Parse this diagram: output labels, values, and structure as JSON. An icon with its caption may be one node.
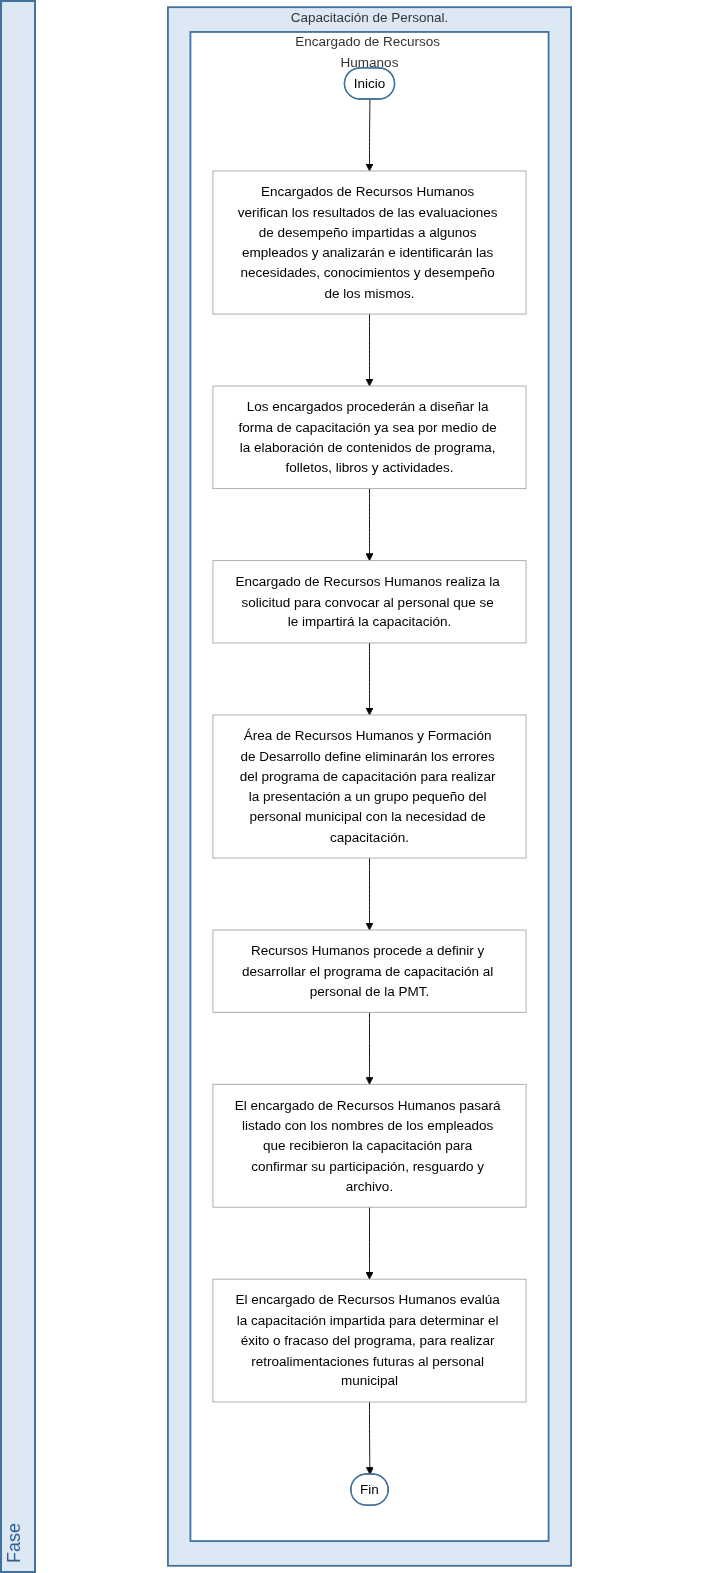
{
  "diagram": {
    "nodes": [
      {
        "text": [
          "Capacitación de Personal."
        ]
      },
      {
        "text": [
          "Encargado de Recursos Humanos"
        ],
        "in": 0
      },
      {
        "text": [
          "Inicio"
        ],
        "in": 1
      },
      {
        "text": [
          "Encargados de Recursos Humanos verifican los resultados de las evaluaciones de desempeño impartidas a algunos empleados y analizarán e identificarán las necesidades, conocimientos y desempeño de los mismos."
        ],
        "in": 1
      },
      {
        "text": [
          "Los encargados procederán a diseñar la forma de capacitación ya sea por medio de la elaboración de contenidos de programa, folletos, libros y actividades."
        ],
        "in": 1
      },
      {
        "text": [
          "Encargado de Recursos Humanos realiza la solicitud para convocar al personal que se le impartirá la capacitación."
        ],
        "in": 1
      },
      {
        "text": [
          "Área de Recursos Humanos y Formación de Desarrollo define eliminarán los errores del programa de capacitación para realizar la presentación a un grupo pequeño del personal municipal con la necesidad de capacitación."
        ],
        "in": 1
      },
      {
        "text": [
          "Recursos Humanos procede a definir y desarrollar el programa de capacitación al personal de la PMT."
        ],
        "in": 1
      },
      {
        "text": [
          "El encargado de Recursos Humanos pasará listado con los nombres de los empleados que recibieron la capacitación para confirmar su participación, resguardo y archivo."
        ],
        "in": 1
      },
      {
        "text": [
          "El encargado de Recursos Humanos evalúa la capacitación impartida para determinar el éxito o fracaso del programa, para realizar retroalimentaciones futuras al personal municipal"
        ],
        "in": 1
      },
      {
        "text": [
          "Fin"
        ],
        "in": 1
      }
    ],
    "edges": [
      {
        "from": 2,
        "to": 3,
        "arrow": "to"
      },
      {
        "from": 3,
        "to": 4,
        "arrow": "to"
      },
      {
        "from": 4,
        "to": 5,
        "arrow": "to"
      },
      {
        "from": 5,
        "to": 6,
        "arrow": "to"
      },
      {
        "from": 6,
        "to": 7,
        "arrow": "to"
      },
      {
        "from": 7,
        "to": 8,
        "arrow": "to"
      },
      {
        "from": 8,
        "to": 9,
        "arrow": "to"
      },
      {
        "from": 9,
        "to": 10,
        "arrow": "to"
      }
    ],
    "labels": [
      "Fase"
    ]
  }
}
